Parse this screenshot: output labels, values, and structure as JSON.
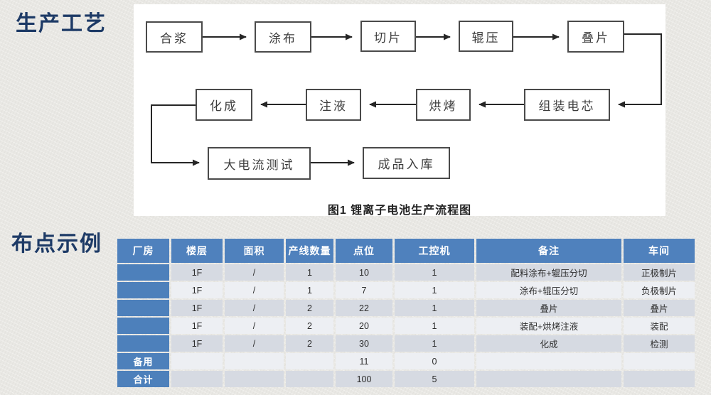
{
  "sections": {
    "process_title": "生产工艺",
    "layout_title": "布点示例"
  },
  "flowchart": {
    "caption": "图1  锂离子电池生产流程图",
    "nodes": [
      "合浆",
      "涂布",
      "切片",
      "辊压",
      "叠片",
      "组装电芯",
      "烘烤",
      "注液",
      "化成",
      "大电流测试",
      "成品入库"
    ],
    "flow_order": "合浆→涂布→切片→辊压→叠片→组装电芯→烘烤→注液→化成→大电流测试→成品入库"
  },
  "table": {
    "headers": [
      "厂房",
      "楼层",
      "面积",
      "产线数量",
      "点位",
      "工控机",
      "备注",
      "车间"
    ],
    "rows": [
      [
        "",
        "1F",
        "/",
        "1",
        "10",
        "1",
        "配料涂布+辊压分切",
        "正极制片"
      ],
      [
        "",
        "1F",
        "/",
        "1",
        "7",
        "1",
        "涂布+辊压分切",
        "负极制片"
      ],
      [
        "",
        "1F",
        "/",
        "2",
        "22",
        "1",
        "叠片",
        "叠片"
      ],
      [
        "",
        "1F",
        "/",
        "2",
        "20",
        "1",
        "装配+烘烤注液",
        "装配"
      ],
      [
        "",
        "1F",
        "/",
        "2",
        "30",
        "1",
        "化成",
        "检测"
      ],
      [
        "备用",
        "",
        "",
        "",
        "11",
        "0",
        "",
        ""
      ],
      [
        "合计",
        "",
        "",
        "",
        "100",
        "5",
        "",
        ""
      ]
    ]
  },
  "colors": {
    "title_navy": "#1d3a66",
    "table_header_blue": "#4f81bd",
    "first_column_blue": "#4d80bb",
    "row_band_dark": "#d6dae2",
    "row_band_light": "#edeff3",
    "panel_white": "#ffffff",
    "background_gray": "#e9e8e4"
  }
}
